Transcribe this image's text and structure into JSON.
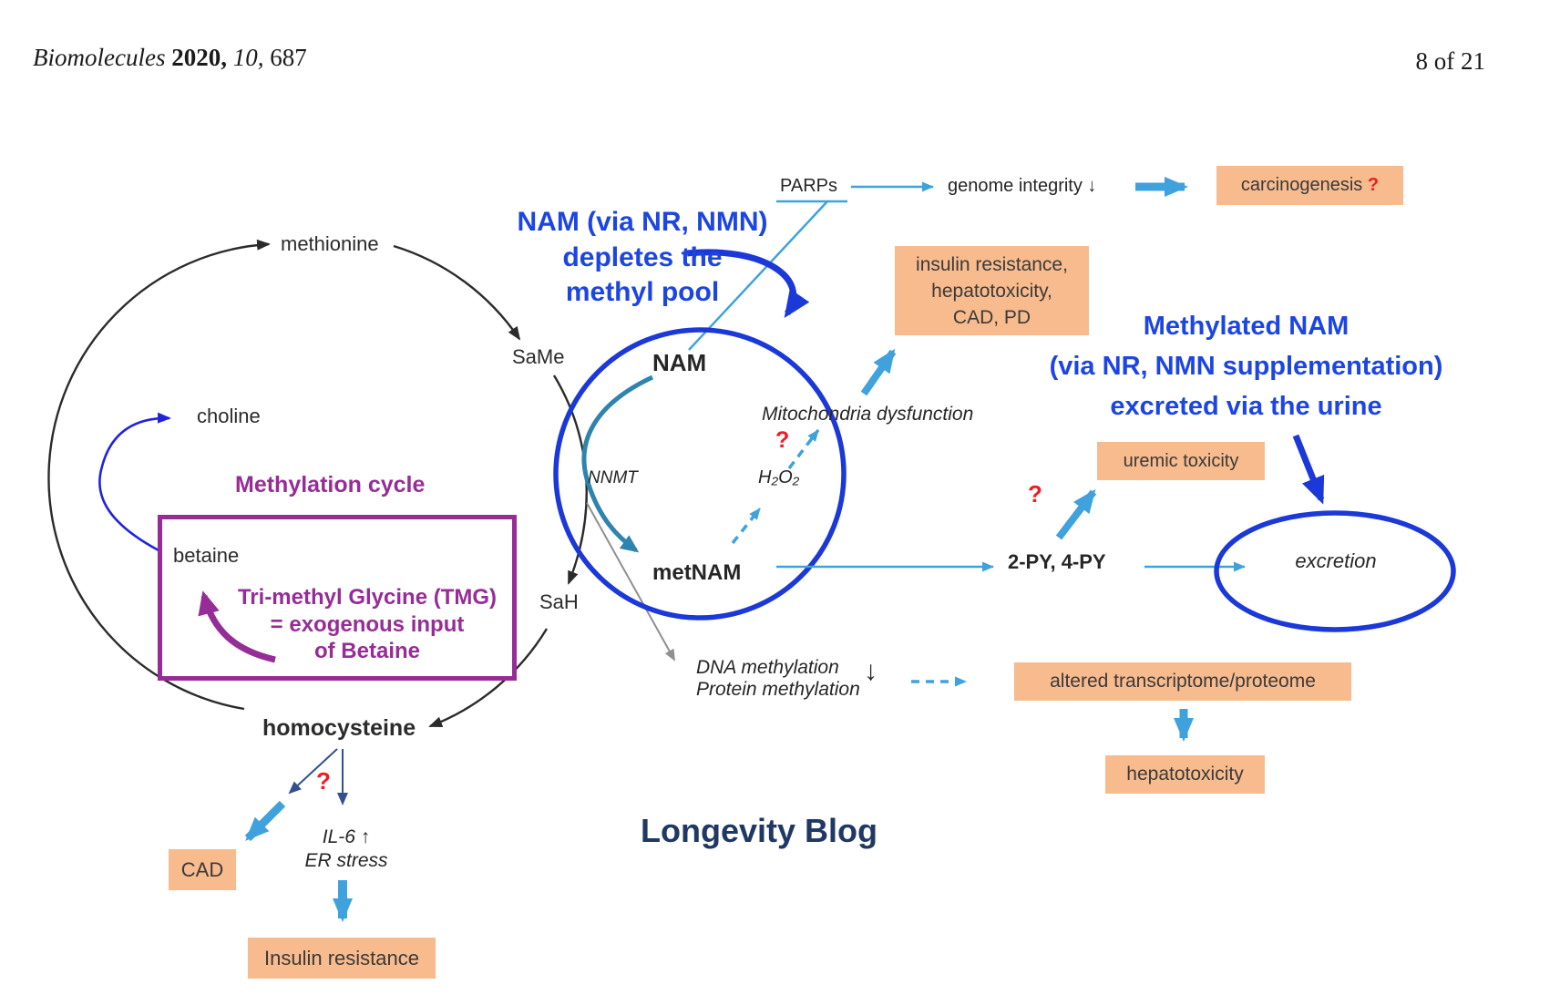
{
  "header": {
    "journal_name": "Biomolecules",
    "journal_year": "2020,",
    "journal_volume": "10,",
    "journal_number": "687",
    "page_indicator": "8 of 21"
  },
  "cycle": {
    "title": "Methylation cycle",
    "methionine": "methionine",
    "choline": "choline",
    "betaine": "betaine",
    "same": "SaMe",
    "sah": "SaH",
    "homocysteine": "homocysteine"
  },
  "tmg_box": {
    "line1": "Tri-methyl Glycine (TMG)",
    "line2": "= exogenous input",
    "line3": "of Betaine"
  },
  "nam_note": {
    "line1": "NAM (via NR, NMN)",
    "line2": "depletes the",
    "line3": "methyl pool"
  },
  "nam_circle": {
    "nam": "NAM",
    "nnmt": "NNMT",
    "metnam": "metNAM",
    "h2o2": "H₂O₂",
    "question": "?"
  },
  "top_path": {
    "parps": "PARPs",
    "genome": "genome integrity ↓",
    "carcinogenesis": "carcinogenesis",
    "question": "?"
  },
  "mito": {
    "label": "Mitochondria dysfunction"
  },
  "insulin_box": {
    "line1": "insulin resistance,",
    "line2": "hepatotoxicity,",
    "line3": "CAD, PD"
  },
  "met_note": {
    "line1": "Methylated NAM",
    "line2": "(via NR, NMN supplementation)",
    "line3": "excreted via the urine"
  },
  "excrete_path": {
    "py": "2-PY, 4-PY",
    "question": "?",
    "uremic": "uremic toxicity",
    "excretion": "excretion"
  },
  "methylation_out": {
    "line1": "DNA methylation",
    "line2": "Protein methylation",
    "down_arrow": "↓",
    "altered": "altered transcriptome/proteome",
    "hepatotoxicity": "hepatotoxicity"
  },
  "homocysteine_branch": {
    "question": "?",
    "il6": "IL-6 ↑",
    "er": "ER stress",
    "cad": "CAD",
    "insulin": "Insulin resistance"
  },
  "watermark": "Longevity Blog",
  "colors": {
    "orange_box": "#F8BB8D",
    "royal_blue": "#1B38D8",
    "light_blue": "#3FA2DC",
    "teal": "#2E84AE",
    "purple": "#962D96",
    "navy": "#1F3864",
    "red": "#ED1C24",
    "text_blue": "#1C45E2"
  }
}
